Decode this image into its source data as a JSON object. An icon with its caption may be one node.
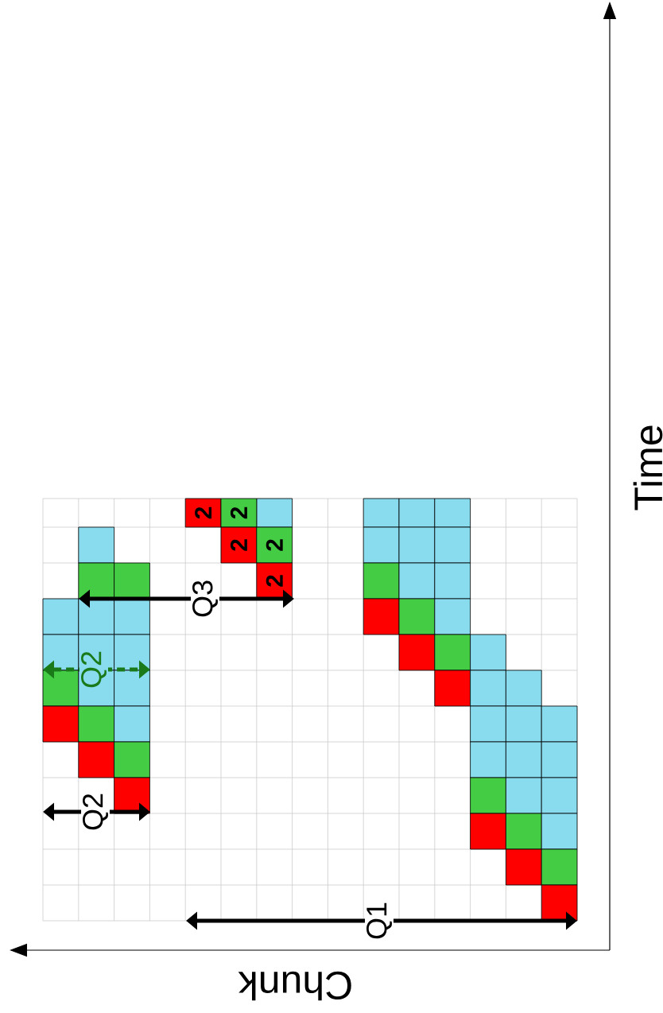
{
  "diagram": {
    "nodes": [
      {
        "text": [
          "2"
        ]
      },
      {
        "text": [
          "2"
        ]
      },
      {
        "text": [
          "2"
        ]
      },
      {
        "text": [
          "2"
        ]
      },
      {
        "text": [
          "2"
        ]
      }
    ],
    "labels": [
      "Time",
      "Q3",
      "Q2",
      "Q2",
      "Q1",
      "Chunk"
    ]
  }
}
